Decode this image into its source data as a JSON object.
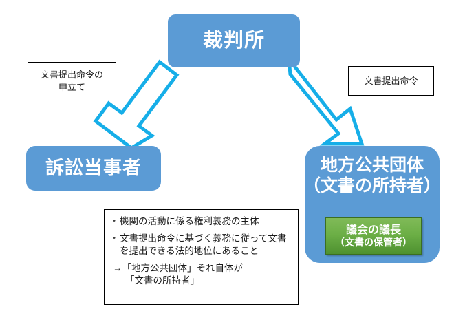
{
  "diagram": {
    "nodes": {
      "court": {
        "label": "裁判所"
      },
      "party": {
        "label": "訴訟当事者"
      },
      "local_gov": {
        "line1": "地方公共団体",
        "line2": "（文書の所持者）"
      },
      "speaker": {
        "line1": "議会の議長",
        "line2": "（文書の保管者）"
      }
    },
    "edge_labels": {
      "motion_line1": "文書提出命令の",
      "motion_line2": "申立て",
      "order": "文書提出命令"
    },
    "arrows": {
      "up_right_name": "arrow-party-to-court",
      "down_right_name": "arrow-court-to-localgov"
    },
    "note": {
      "bullet_glyph": "•",
      "items": [
        {
          "text": "機関の活動に係る権利義務の主体"
        },
        {
          "text": "文書提出命令に基づく義務に従って文書を提出できる法的地位にあること"
        }
      ],
      "conclusion_line1": "→「地方公共団体」それ自体が",
      "conclusion_line2": "「文書の所持者」"
    },
    "colors": {
      "box_blue": "#5B9BD5",
      "arrow_blue": "#16AEE8",
      "green_light": "#80BA58",
      "green_dark": "#4E9130",
      "green_border": "#3B6E22",
      "text_white": "#FFFFFF",
      "text_black": "#1A1A1A",
      "background": "#FFFFFF"
    }
  }
}
